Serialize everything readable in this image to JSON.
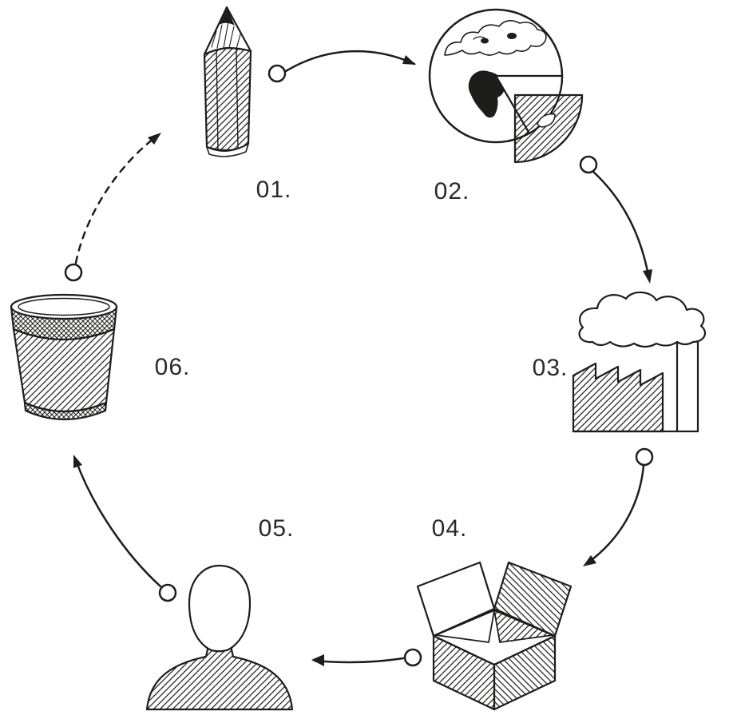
{
  "diagram": {
    "background_color": "#ffffff",
    "ink_color": "#1d1d1b",
    "steps": [
      {
        "label": "01.",
        "icon": "pencil-icon"
      },
      {
        "label": "02.",
        "icon": "globe-pie-icon"
      },
      {
        "label": "03.",
        "icon": "factory-icon"
      },
      {
        "label": "04.",
        "icon": "open-box-icon"
      },
      {
        "label": "05.",
        "icon": "person-icon"
      },
      {
        "label": "06.",
        "icon": "waste-cup-icon"
      }
    ],
    "connectors": [
      {
        "from": "01",
        "to": "02",
        "style": "solid"
      },
      {
        "from": "02",
        "to": "03",
        "style": "solid"
      },
      {
        "from": "03",
        "to": "04",
        "style": "solid"
      },
      {
        "from": "04",
        "to": "05",
        "style": "solid"
      },
      {
        "from": "05",
        "to": "06",
        "style": "solid"
      },
      {
        "from": "06",
        "to": "01",
        "style": "dashed"
      }
    ]
  }
}
